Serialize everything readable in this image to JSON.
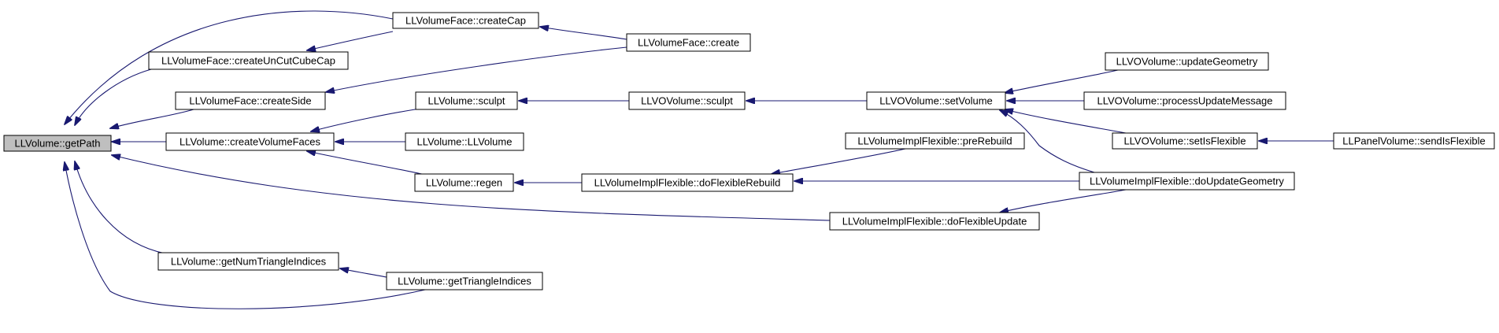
{
  "nodes": [
    {
      "id": "getPath",
      "label": "LLVolume::getPath",
      "root": true
    },
    {
      "id": "createCap",
      "label": "LLVolumeFace::createCap"
    },
    {
      "id": "create",
      "label": "LLVolumeFace::create"
    },
    {
      "id": "createUnCutCubeCap",
      "label": "LLVolumeFace::createUnCutCubeCap"
    },
    {
      "id": "createSide",
      "label": "LLVolumeFace::createSide"
    },
    {
      "id": "createVolumeFaces",
      "label": "LLVolume::createVolumeFaces"
    },
    {
      "id": "sculpt",
      "label": "LLVolume::sculpt"
    },
    {
      "id": "voSculpt",
      "label": "LLVOVolume::sculpt"
    },
    {
      "id": "setVolume",
      "label": "LLVOVolume::setVolume"
    },
    {
      "id": "updateGeometry",
      "label": "LLVOVolume::updateGeometry"
    },
    {
      "id": "processUpdateMessage",
      "label": "LLVOVolume::processUpdateMessage"
    },
    {
      "id": "llvolume",
      "label": "LLVolume::LLVolume"
    },
    {
      "id": "preRebuild",
      "label": "LLVolumeImplFlexible::preRebuild"
    },
    {
      "id": "setIsFlexible",
      "label": "LLVOVolume::setIsFlexible"
    },
    {
      "id": "sendIsFlexible",
      "label": "LLPanelVolume::sendIsFlexible"
    },
    {
      "id": "regen",
      "label": "LLVolume::regen"
    },
    {
      "id": "doFlexibleRebuild",
      "label": "LLVolumeImplFlexible::doFlexibleRebuild"
    },
    {
      "id": "doUpdateGeometry",
      "label": "LLVolumeImplFlexible::doUpdateGeometry"
    },
    {
      "id": "doFlexibleUpdate",
      "label": "LLVolumeImplFlexible::doFlexibleUpdate"
    },
    {
      "id": "getNumTriangleIndices",
      "label": "LLVolume::getNumTriangleIndices"
    },
    {
      "id": "getTriangleIndices",
      "label": "LLVolume::getTriangleIndices"
    }
  ],
  "edges": [
    {
      "from": "createCap",
      "to": "getPath"
    },
    {
      "from": "createUnCutCubeCap",
      "to": "getPath"
    },
    {
      "from": "createSide",
      "to": "getPath"
    },
    {
      "from": "createVolumeFaces",
      "to": "getPath"
    },
    {
      "from": "doFlexibleUpdate",
      "to": "getPath"
    },
    {
      "from": "getNumTriangleIndices",
      "to": "getPath"
    },
    {
      "from": "getTriangleIndices",
      "to": "getPath"
    },
    {
      "from": "create",
      "to": "createCap"
    },
    {
      "from": "createCap",
      "to": "createUnCutCubeCap"
    },
    {
      "from": "create",
      "to": "createSide"
    },
    {
      "from": "sculpt",
      "to": "createVolumeFaces"
    },
    {
      "from": "llvolume",
      "to": "createVolumeFaces"
    },
    {
      "from": "regen",
      "to": "createVolumeFaces"
    },
    {
      "from": "voSculpt",
      "to": "sculpt"
    },
    {
      "from": "setVolume",
      "to": "voSculpt"
    },
    {
      "from": "updateGeometry",
      "to": "setVolume"
    },
    {
      "from": "processUpdateMessage",
      "to": "setVolume"
    },
    {
      "from": "setIsFlexible",
      "to": "setVolume"
    },
    {
      "from": "doUpdateGeometry",
      "to": "setVolume"
    },
    {
      "from": "sendIsFlexible",
      "to": "setIsFlexible"
    },
    {
      "from": "doFlexibleRebuild",
      "to": "regen"
    },
    {
      "from": "preRebuild",
      "to": "doFlexibleRebuild"
    },
    {
      "from": "doUpdateGeometry",
      "to": "doFlexibleRebuild"
    },
    {
      "from": "doUpdateGeometry",
      "to": "doFlexibleUpdate"
    },
    {
      "from": "getTriangleIndices",
      "to": "getNumTriangleIndices"
    }
  ]
}
